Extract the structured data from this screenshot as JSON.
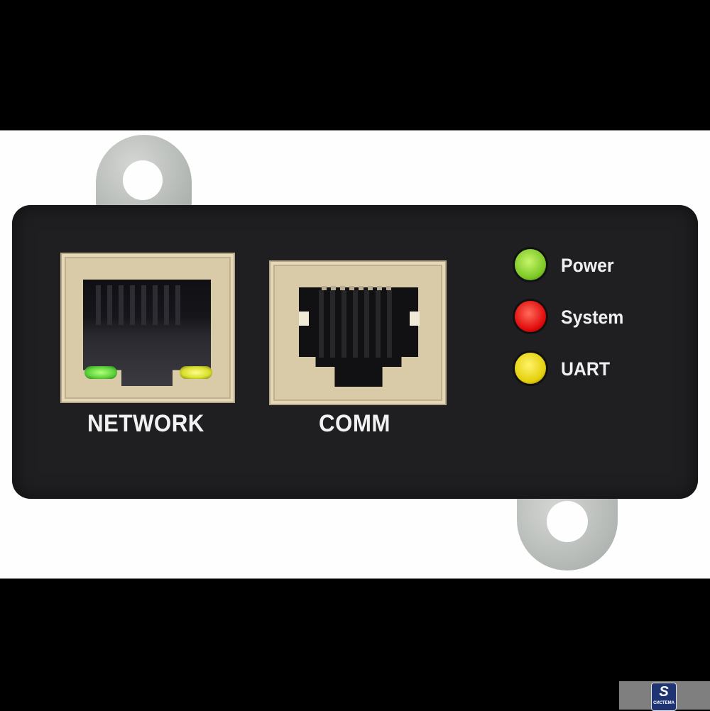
{
  "scene": {
    "description": "Network management card (SNMP module) front panel",
    "colors": {
      "background_bands": "#000000",
      "backdrop": "#fefefe",
      "panel": "#1f1f22",
      "bracket_metal": "#bfc3c0",
      "port_bezel": "#d9caa8"
    }
  },
  "ports": [
    {
      "id": "network",
      "label": "NETWORK",
      "type": "RJ45",
      "indicator_leds": [
        "green",
        "yellow"
      ]
    },
    {
      "id": "comm",
      "label": "COMM",
      "type": "RJ45"
    }
  ],
  "status_leds": [
    {
      "id": "power",
      "label": "Power",
      "color": "#7bc724"
    },
    {
      "id": "system",
      "label": "System",
      "color": "#e00a0a"
    },
    {
      "id": "uart",
      "label": "UART",
      "color": "#e4cf0a"
    }
  ],
  "watermark": {
    "logo_text": "СИСТЕМА",
    "logo_glyph": "S"
  }
}
